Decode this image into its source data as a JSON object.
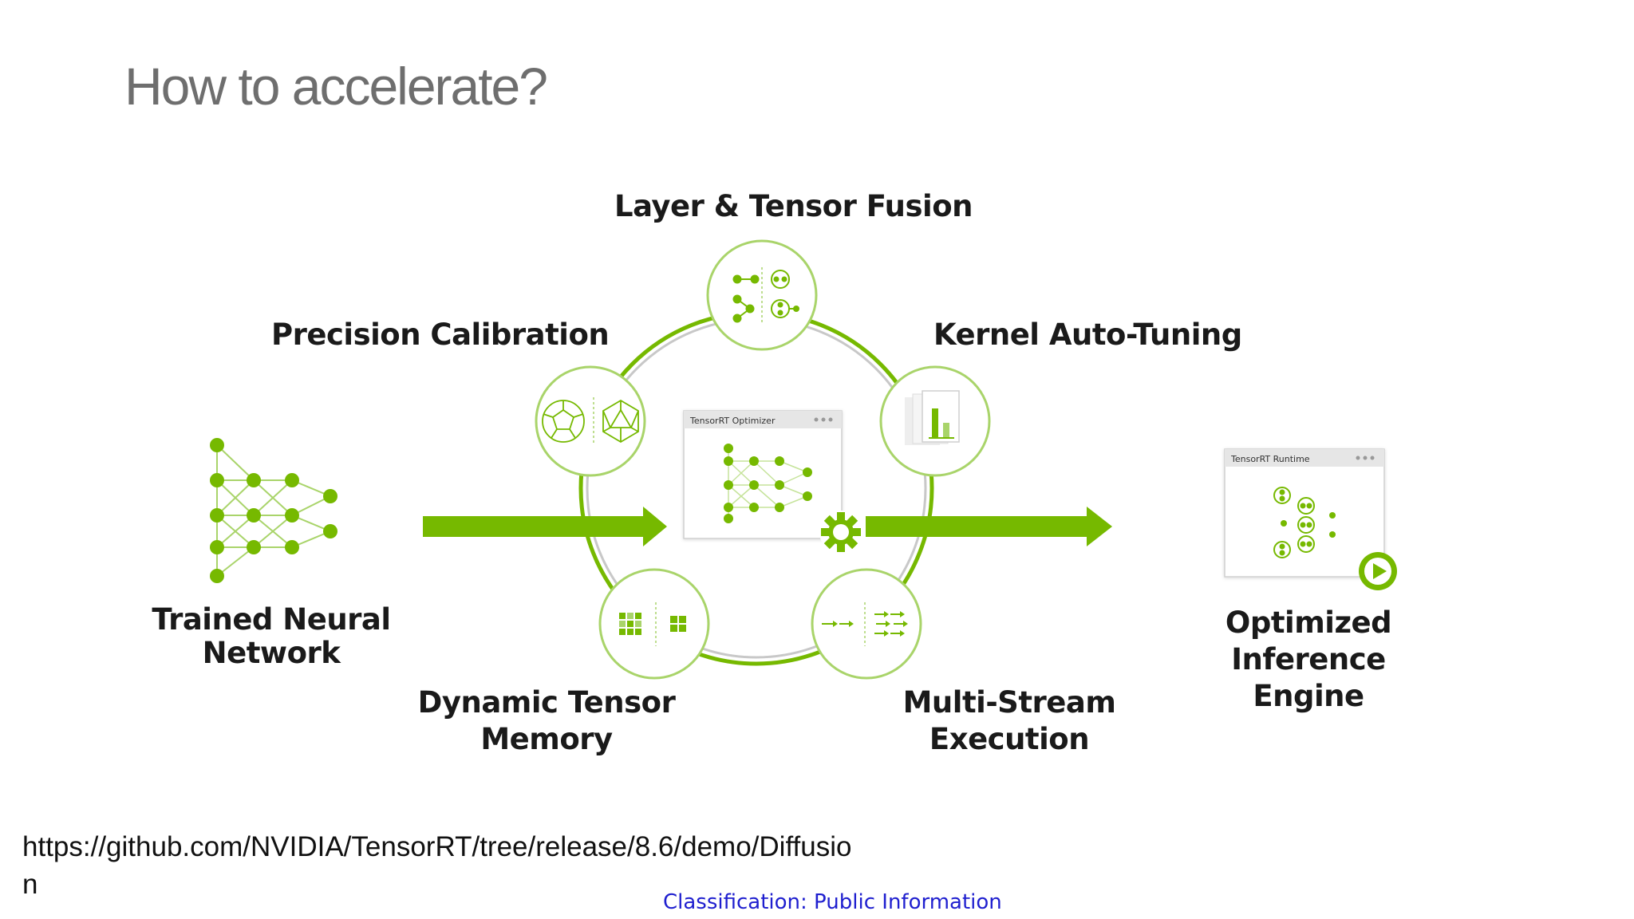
{
  "slide": {
    "title": "How to accelerate?",
    "source_url": "https://github.com/NVIDIA/TensorRT/tree/release/8.6/demo/Diffusion",
    "classification": "Classification: Public Information"
  },
  "diagram": {
    "nodes": {
      "input": "Trained Neural\nNetwork",
      "fusion": "Layer & Tensor Fusion",
      "precision": "Precision Calibration",
      "kernel": "Kernel Auto-Tuning",
      "memory": "Dynamic Tensor\nMemory",
      "multistream": "Multi-Stream\nExecution",
      "output": "Optimized\nInference\nEngine"
    },
    "windows": {
      "optimizer": "TensorRT Optimizer",
      "runtime": "TensorRT Runtime"
    },
    "colors": {
      "accent": "#76b900",
      "light_accent": "#a9d46a",
      "ring_gray": "#c8c8c8",
      "title_gray": "#6e6e6e"
    }
  }
}
